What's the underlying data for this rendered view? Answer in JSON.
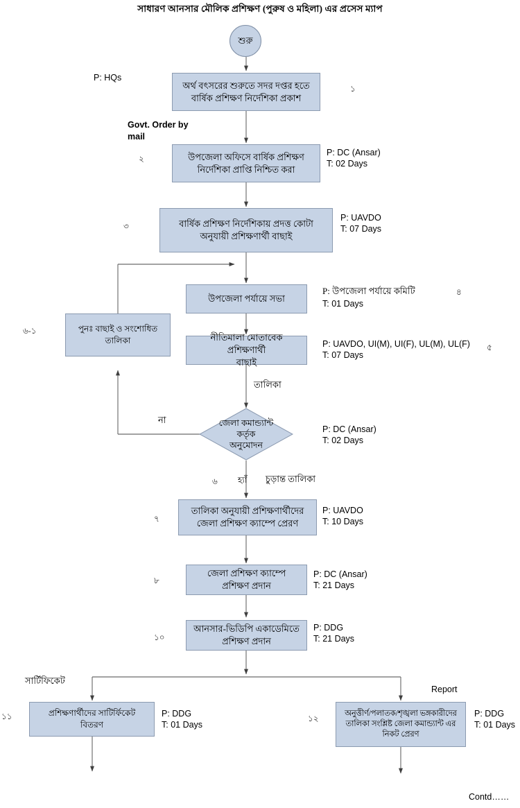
{
  "document": {
    "title": "সাধারণ আনসার মৌলিক প্রশিক্ষণ (পুরুষ ও মহিলা) এর প্রসেস ম্যাপ",
    "footer_note": "Contd……"
  },
  "theme": {
    "node_fill": "#c6d3e5",
    "node_border": "#8b9ab0",
    "line_color": "#4a4a4a",
    "text_color": "#000000",
    "page_background": "#ffffff"
  },
  "nodes": {
    "start": {
      "label": "শুরু",
      "shape": "circle"
    },
    "n1": {
      "label": "অর্থ বৎসরের শুরুতে সদর দপ্তর হতে\nবার্ষিক প্রশিক্ষণ নির্দেশিকা প্রকাশ",
      "shape": "process"
    },
    "n2": {
      "label": "উপজেলা অফিসে বার্ষিক প্রশিক্ষণ\nনির্দেশিকা প্রাপ্তি নিশ্চিত করা",
      "shape": "process"
    },
    "n3": {
      "label": "বার্ষিক প্রশিক্ষণ নির্দেশিকায় প্রদত্ত কোটা\nঅনুযায়ী প্রশিক্ষণার্থী বাছাই",
      "shape": "process"
    },
    "n4": {
      "label": "উপজেলা পর্যায়ে সভা",
      "shape": "process"
    },
    "n5": {
      "label": "নীতিমালা মোতাবেক প্রশিক্ষণার্থী\nবাছাই",
      "shape": "process"
    },
    "n6_1": {
      "label": "পুনঃ  বাছাই ও সংশোধিত\nতালিকা",
      "shape": "process"
    },
    "decision": {
      "label": "জেলা কমান্ড্যান্ট\nকর্তৃক\nঅনুমোদন",
      "shape": "decision"
    },
    "n7": {
      "label": "তালিকা অনুযায়ী প্রশিক্ষণার্থীদের\nজেলা প্রশিক্ষণ ক্যাম্পে প্রেরণ",
      "shape": "process"
    },
    "n8": {
      "label": "জেলা প্রশিক্ষণ ক্যাম্পে\nপ্রশিক্ষণ প্রদান",
      "shape": "process"
    },
    "n10": {
      "label": "আনসার-ভিডিপি একাডেমিতে\nপ্রশিক্ষণ প্রদান",
      "shape": "process"
    },
    "n11": {
      "label": "প্রশিক্ষণার্থীদের  সাটির্ফিকেট\nবিতরণ",
      "shape": "process"
    },
    "n12": {
      "label": "অনুত্তীর্ণ/পলাতক/শৃঙ্খলা ভঙ্গকারীদের\nতালিকা সংশ্লিষ্ট  জেলা কমান্ড্যান্ট এর\nনিকট প্রেরণ",
      "shape": "process"
    }
  },
  "step_numbers": {
    "s1": "১",
    "s2": "২",
    "s3": "৩",
    "s4": "৪",
    "s5": "৫",
    "s6": "৬",
    "s6_1": "৬-১",
    "s7": "৭",
    "s8": "৮",
    "s10": "১০",
    "s11": "১১",
    "s12": "১২"
  },
  "side_annotations": {
    "a1": {
      "performer": "P: HQs",
      "time": ""
    },
    "a2": {
      "performer": "P: DC (Ansar)",
      "time": "T: 02 Days"
    },
    "a3": {
      "performer": "P: UAVDO",
      "time": "T: 07 Days"
    },
    "a4": {
      "performer": "P: উপজেলা পর্যায়ে কমিটি",
      "time": "T: 01 Days"
    },
    "a5": {
      "performer": "P: UAVDO, UI(M), UI(F), UL(M), UL(F)",
      "time": "T: 07 Days"
    },
    "a6": {
      "performer": "P: DC (Ansar)",
      "time": "T: 02 Days"
    },
    "a7": {
      "performer": "P: UAVDO",
      "time": "T: 10 Days"
    },
    "a8": {
      "performer": "P: DC (Ansar)",
      "time": "T: 21 Days"
    },
    "a10": {
      "performer": "P: DDG",
      "time": "T: 21 Days"
    },
    "a11": {
      "performer": "P: DDG",
      "time": "T: 01 Days"
    },
    "a12": {
      "performer": "P: DDG",
      "time": "T: 01 Days"
    }
  },
  "edge_labels": {
    "govt_order": "Govt. Order by\nmail",
    "talika": "তালিকা",
    "no": "না",
    "yes": "হ্যাঁ",
    "final_list": "চুড়ান্ত তালিকা",
    "certificate": "সার্টিফিকেট",
    "report": "Report"
  }
}
